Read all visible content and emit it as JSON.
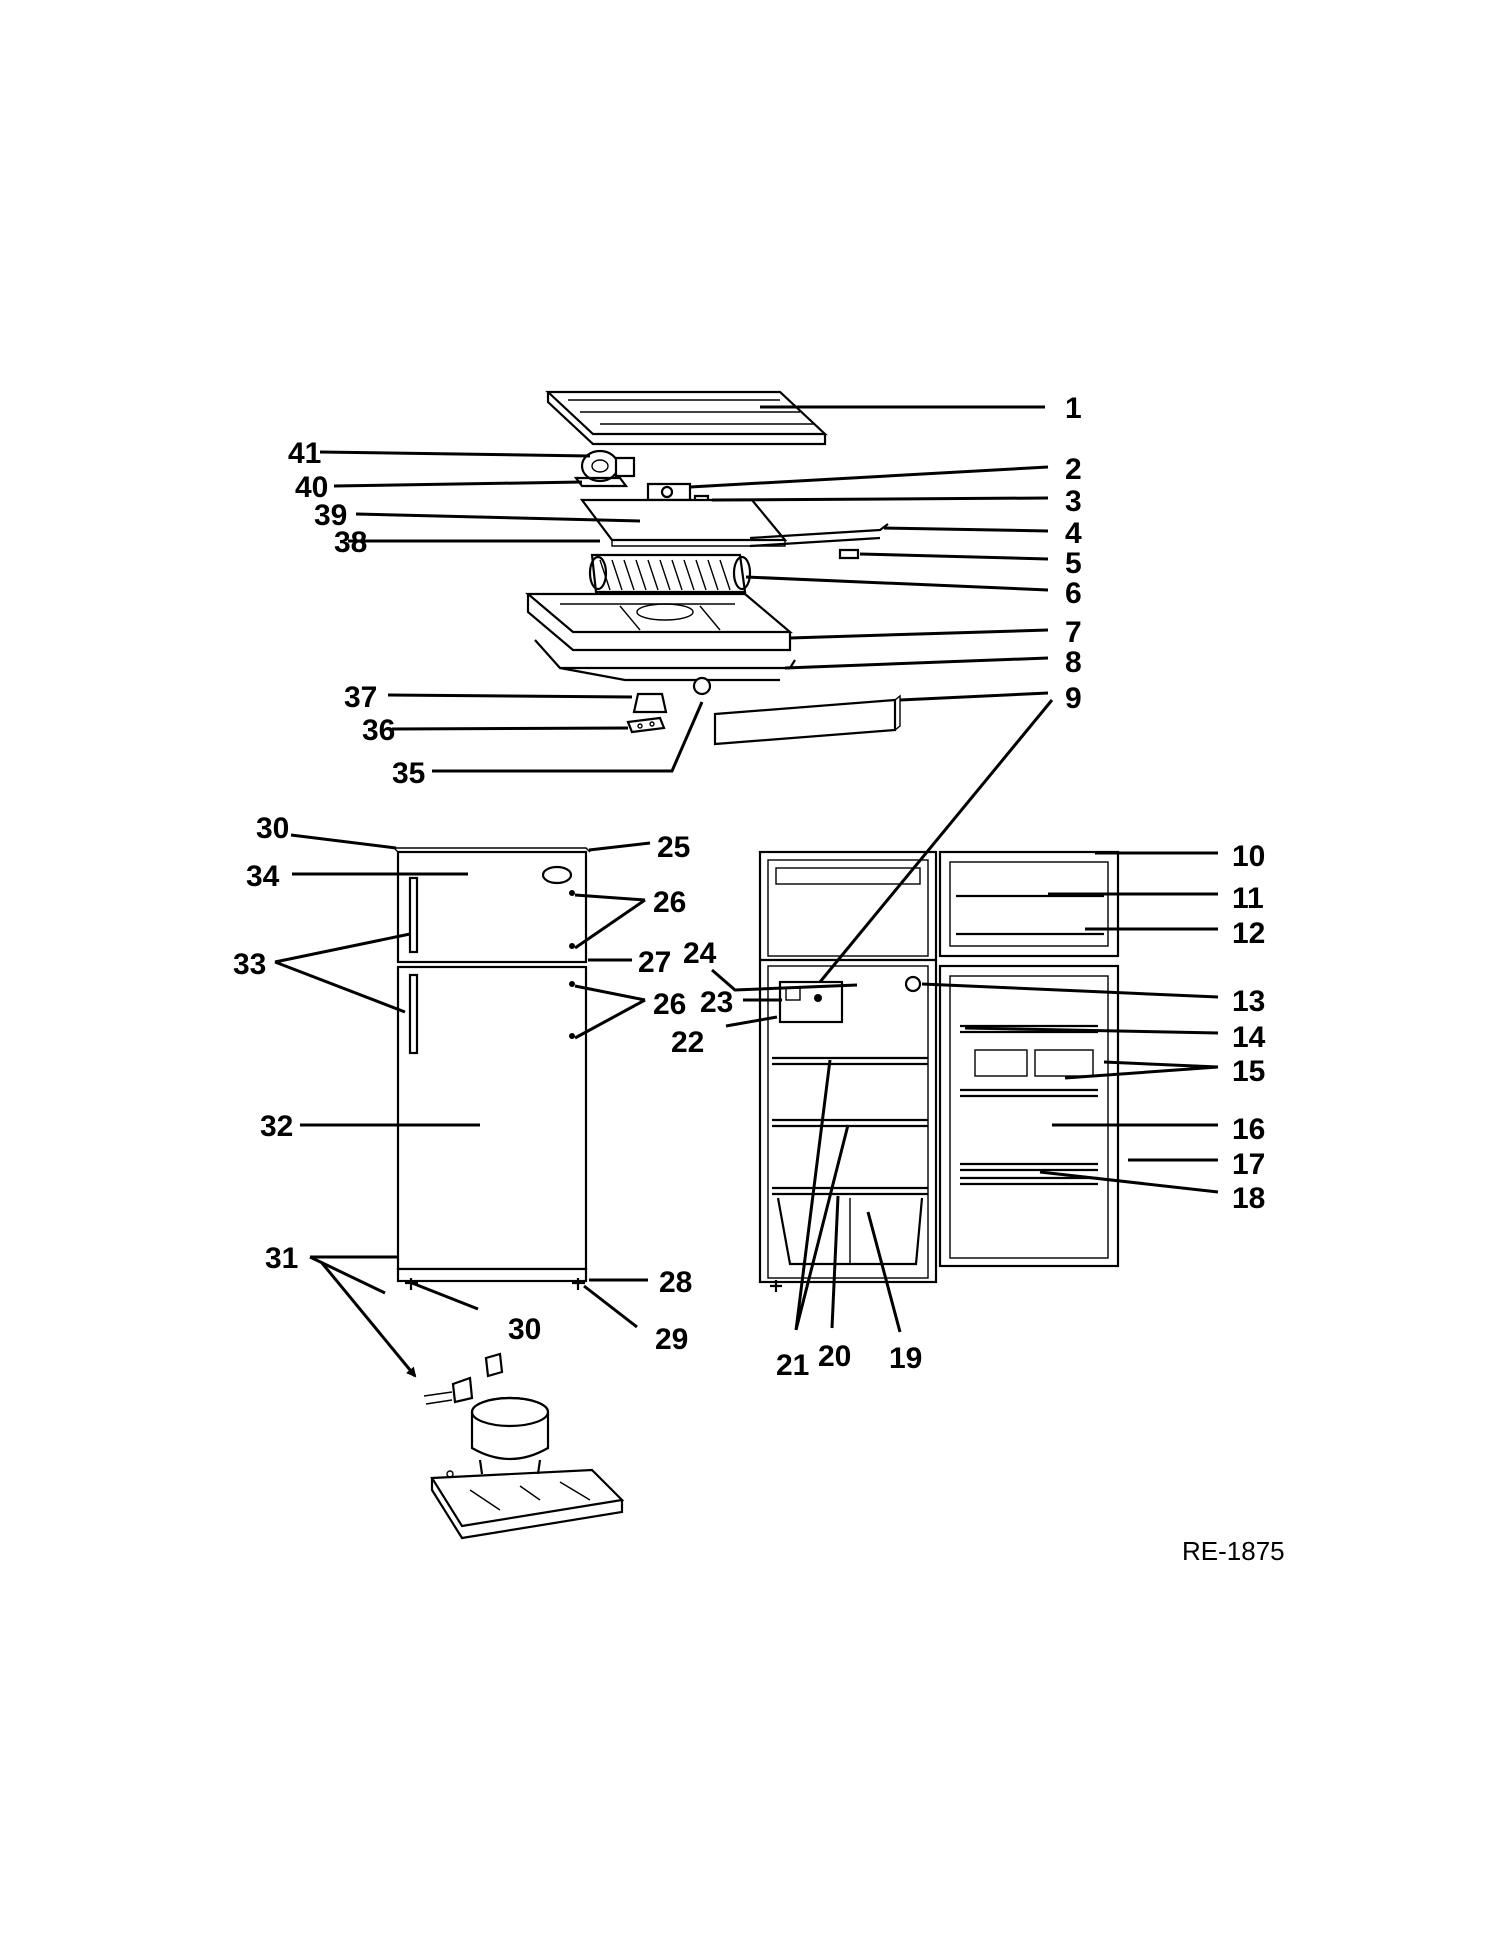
{
  "labels": [
    "1",
    "2",
    "3",
    "4",
    "5",
    "6",
    "7",
    "8",
    "9",
    "10",
    "11",
    "12",
    "13",
    "14",
    "15",
    "16",
    "17",
    "18",
    "19",
    "20",
    "21",
    "22",
    "23",
    "24",
    "25",
    "26",
    "27",
    "28",
    "29",
    "30",
    "31",
    "32",
    "33",
    "34",
    "35",
    "36",
    "37",
    "38",
    "39",
    "40",
    "41"
  ],
  "reference_code": "RE-1875"
}
